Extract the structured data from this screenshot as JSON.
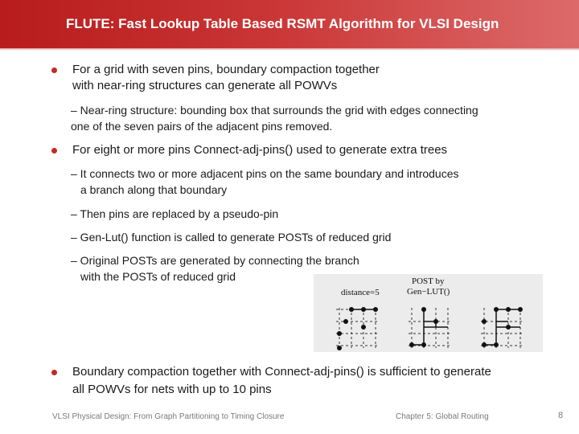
{
  "header": {
    "title": "FLUTE: Fast Lookup Table Based RSMT Algorithm for VLSI Design"
  },
  "bullets": [
    {
      "lines": [
        "For a grid with seven pins, boundary compaction together",
        "with near-ring structures can generate all POWVs"
      ]
    },
    {
      "lines": [
        "For eight or more pins Connect-adj-pins() used to generate extra trees"
      ]
    },
    {
      "lines": [
        "Boundary compaction together with Connect-adj-pins() is sufficient to generate",
        "all POWVs for nets with up to 10 pins"
      ]
    }
  ],
  "subbullets": [
    {
      "lines": [
        "– Near-ring structure: bounding box that surrounds the grid with edges connecting",
        "one of the seven pairs of the adjacent pins removed."
      ]
    },
    {
      "lines": [
        "– It connects two or more adjacent pins on the same boundary and introduces",
        "a branch along that boundary"
      ]
    },
    {
      "lines": [
        "– Then pins are replaced by a pseudo-pin"
      ]
    },
    {
      "lines": [
        "– Gen-Lut() function is called to generate POSTs of reduced grid"
      ]
    },
    {
      "lines": [
        "– Original POSTs are generated by connecting the branch",
        "with the POSTs of reduced grid"
      ]
    }
  ],
  "figure": {
    "label_distance": "distance=5",
    "label_post_line1": "POST by",
    "label_post_line2": "Gen−LUT()"
  },
  "footer": {
    "left": "VLSI Physical Design: From Graph Partitioning to Timing Closure",
    "center": "Chapter 5: Global Routing",
    "page": "8"
  }
}
